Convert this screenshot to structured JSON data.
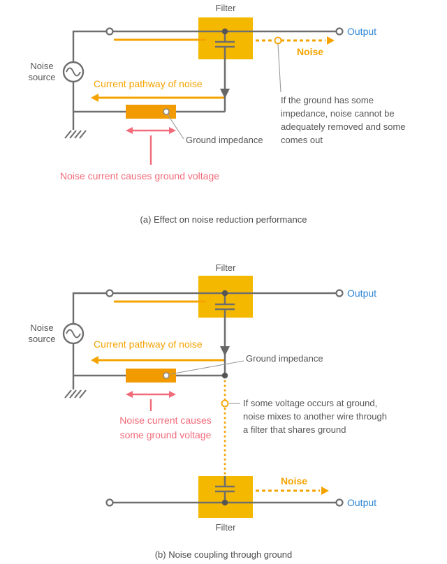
{
  "colors": {
    "filter_fill": "#F5B800",
    "impedance_fill": "#F29B00",
    "noise_orange": "#F5A300",
    "pink": "#F26B7A",
    "wire_gray": "#6E6E6E",
    "text_gray": "#555555",
    "output_blue": "#2F86D5"
  },
  "diagram_a": {
    "filter_label": "Filter",
    "output_label": "Output",
    "noise_label": "Noise",
    "noise_source_label": "Noise source",
    "pathway_label": "Current pathway of noise",
    "ground_impedance_label": "Ground impedance",
    "ground_voltage_note": "Noise current causes ground voltage",
    "annotation": "If the ground has some impedance, noise cannot be adequately removed and some comes out",
    "caption": "(a) Effect on noise reduction performance"
  },
  "diagram_b": {
    "filter_top_label": "Filter",
    "filter_bottom_label": "Filter",
    "output_top_label": "Output",
    "output_bottom_label": "Output",
    "noise_label": "Noise",
    "noise_source_label": "Noise source",
    "pathway_label": "Current pathway of noise",
    "ground_impedance_label": "Ground impedance",
    "ground_voltage_note": "Noise current causes some ground voltage",
    "annotation": "If some voltage occurs at ground, noise mixes to another wire through a filter that shares ground",
    "caption": "(b) Noise coupling through ground"
  }
}
